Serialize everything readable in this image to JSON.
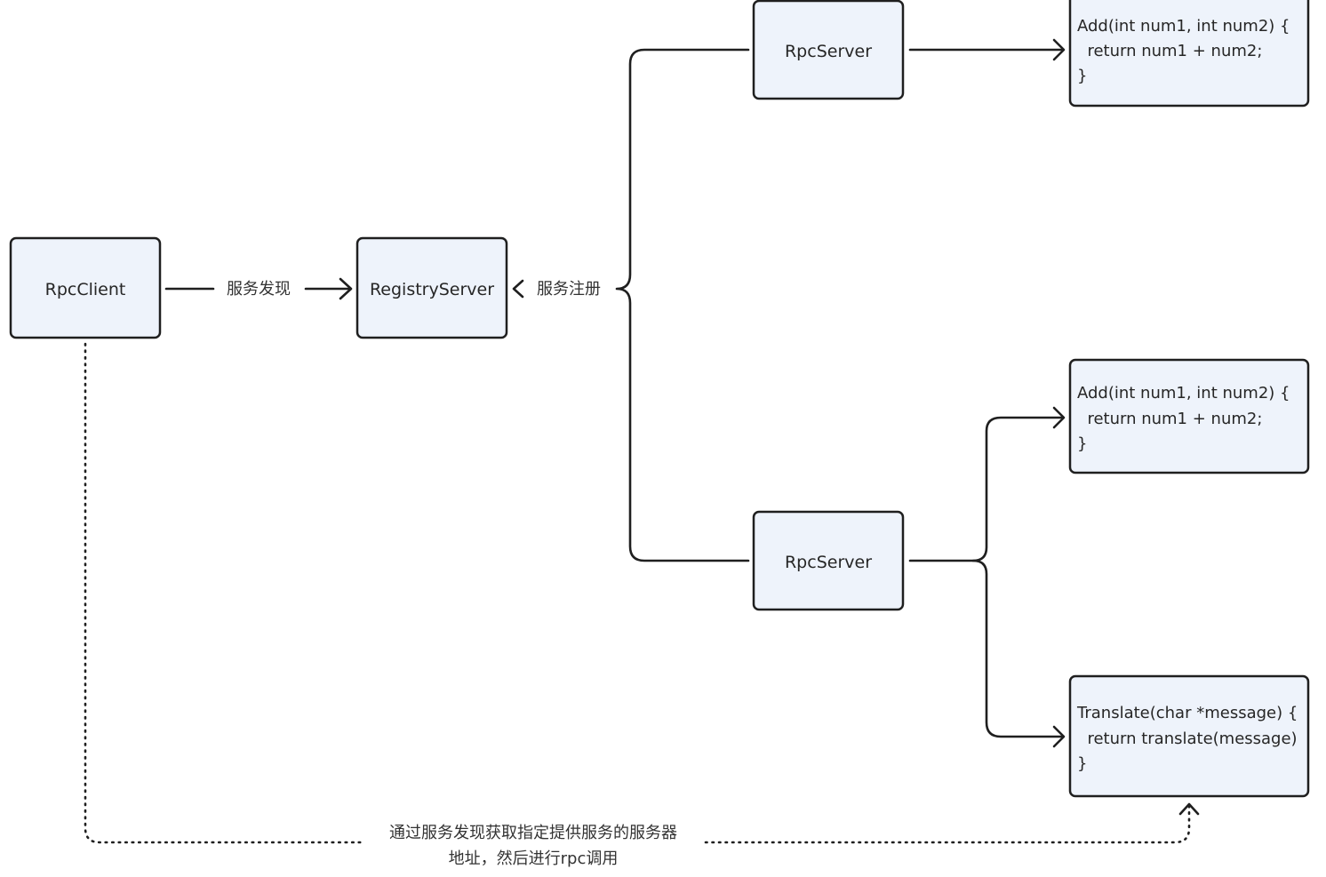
{
  "nodes": {
    "rpc_client": "RpcClient",
    "registry_server": "RegistryServer",
    "rpc_server_1": "RpcServer",
    "rpc_server_2": "RpcServer"
  },
  "code_blocks": {
    "add_1": [
      "Add(int num1, int num2) {",
      "  return num1 + num2;",
      "}"
    ],
    "add_2": [
      "Add(int num1, int num2) {",
      "  return num1 + num2;",
      "}"
    ],
    "translate": [
      "Translate(char *message) {",
      "  return translate(message)",
      "}"
    ]
  },
  "edges": {
    "discovery_label": "服务发现",
    "register_label": "服务注册",
    "call_label_line1": "通过服务发现获取指定提供服务的服务器",
    "call_label_line2": "地址，然后进行rpc调用"
  }
}
